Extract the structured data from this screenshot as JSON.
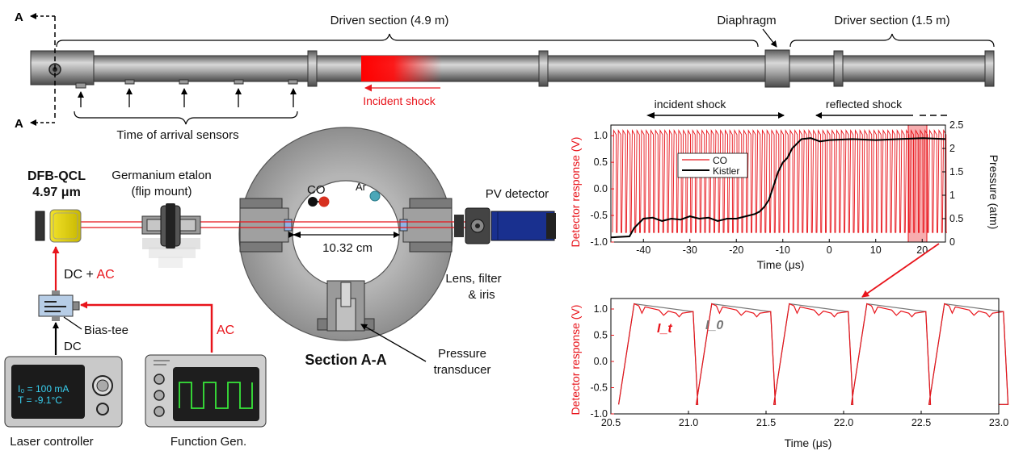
{
  "labels": {
    "section_a_top": "A",
    "section_a_bottom": "A",
    "driven_section": "Driven section (4.9 m)",
    "diaphragm": "Diaphragm",
    "driver_section": "Driver section (1.5 m)",
    "incident_shock_tube": "Incident shock",
    "time_of_arrival": "Time of arrival sensors",
    "laser_name_1": "DFB-QCL",
    "laser_name_2": "4.97 μm",
    "etalon_1": "Germanium etalon",
    "etalon_2": "(flip mount)",
    "co": "CO",
    "ar": "Ar",
    "pv_detector": "PV detector",
    "distance": "10.32 cm",
    "lens_1": "Lens, filter",
    "lens_2": "& iris",
    "dc_ac_dc": "DC + ",
    "dc_ac_ac": "AC",
    "bias_tee": "Bias-tee",
    "ac": "AC",
    "dc": "DC",
    "section_aa": "Section A-A",
    "pressure_1": "Pressure",
    "pressure_2": "transducer",
    "laser_controller": "Laser controller",
    "function_gen": "Function Gen.",
    "controller_line1": "I₀ = 100 mA",
    "controller_line2": "T = -9.1°C"
  },
  "chart_data": [
    {
      "type": "line",
      "annotations": [
        "incident shock",
        "reflected shock"
      ],
      "xlabel": "Time (μs)",
      "ylabel": "Detector response (V)",
      "ylabel_right": "Pressure (atm)",
      "xlim": [
        -47,
        25
      ],
      "ylim": [
        -1,
        1.2
      ],
      "ylim_right": [
        0,
        2.5
      ],
      "xticks": [
        "-40",
        "-30",
        "-20",
        "-10",
        "0",
        "10",
        "20"
      ],
      "yticks": [
        "-1.0",
        "-0.5",
        "0.0",
        "0.5",
        "1.0"
      ],
      "yticks_right": [
        "0",
        "0.5",
        "1",
        "1.5",
        "2",
        "2.5"
      ],
      "legend": [
        "CO",
        "Kistler"
      ],
      "highlight_x": [
        17,
        21
      ],
      "series": [
        {
          "name": "CO",
          "color": "#e8141b",
          "period_us": 1.0,
          "low": -0.82,
          "high": 1.1
        },
        {
          "name": "Kistler",
          "color": "#000000",
          "x": [
            -47,
            -43,
            -42,
            -40,
            -38,
            -36,
            -34,
            -32,
            -30,
            -28,
            -26,
            -24,
            -22,
            -20,
            -18,
            -16,
            -15,
            -14,
            -13,
            -12,
            -11,
            -10,
            -9,
            -8,
            -6,
            -4,
            -2,
            0,
            5,
            10,
            15,
            20,
            25
          ],
          "y": [
            0.1,
            0.12,
            0.3,
            0.5,
            0.52,
            0.45,
            0.5,
            0.48,
            0.55,
            0.5,
            0.52,
            0.45,
            0.5,
            0.5,
            0.55,
            0.6,
            0.65,
            0.75,
            0.9,
            1.2,
            1.5,
            1.7,
            1.8,
            2.0,
            2.2,
            2.22,
            2.15,
            2.18,
            2.2,
            2.18,
            2.2,
            2.22,
            2.2
          ]
        }
      ]
    },
    {
      "type": "line",
      "xlabel": "Time (μs)",
      "ylabel": "Detector response (V)",
      "xlim": [
        20.5,
        23.0
      ],
      "ylim": [
        -1,
        1.2
      ],
      "xticks": [
        "20.5",
        "21.0",
        "21.5",
        "22.0",
        "22.5",
        "23.0"
      ],
      "yticks": [
        "-1.0",
        "-0.5",
        "0.0",
        "0.5",
        "1.0"
      ],
      "series": [
        {
          "name": "I_t",
          "color": "#e8141b"
        },
        {
          "name": "I_0",
          "color": "#777777"
        }
      ],
      "waveform": {
        "period": 0.5,
        "start": 20.55,
        "rise_end": 20.65,
        "fall_start": 21.03,
        "fall_end": 21.06,
        "low": -0.82,
        "high": 1.1,
        "plateau_end": 0.95
      }
    }
  ]
}
